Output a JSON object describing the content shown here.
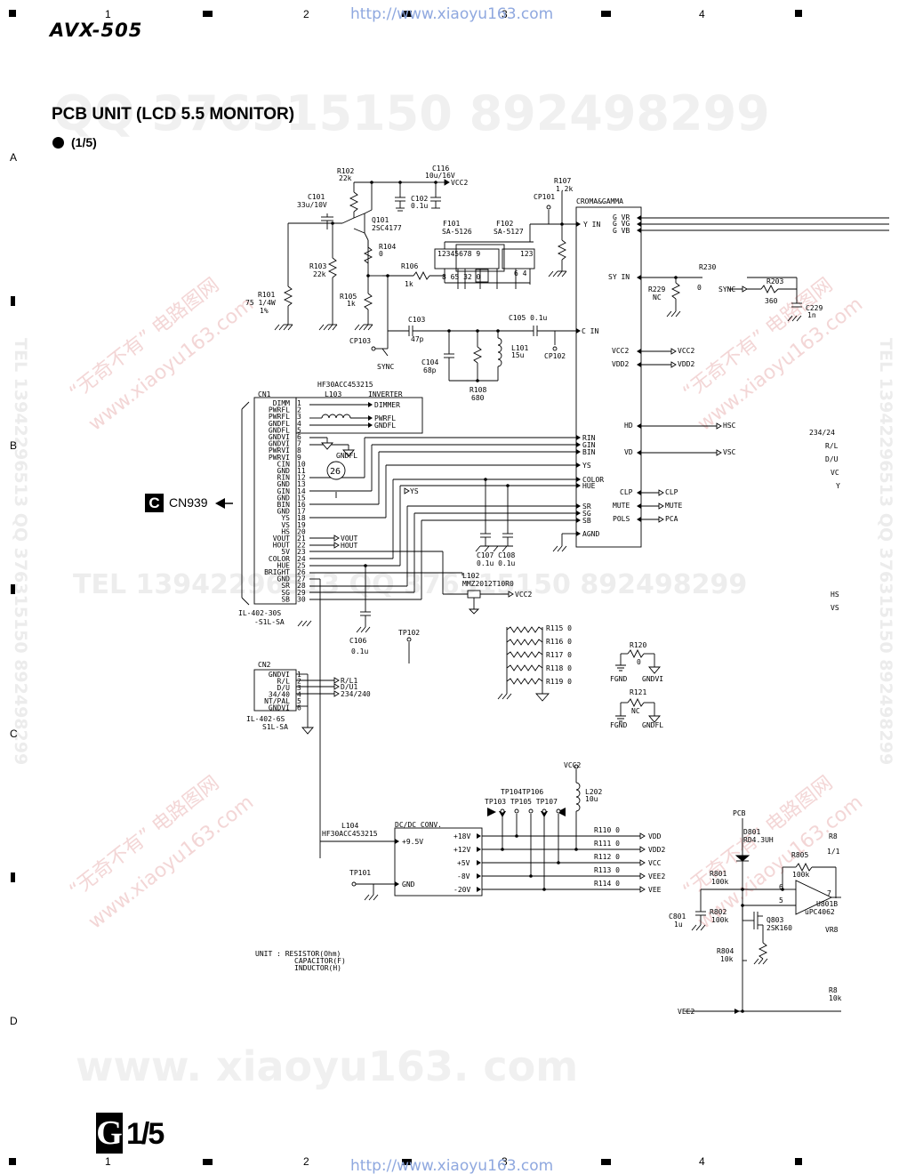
{
  "header": {
    "model": "AVX-505",
    "url": "http://www.xiaoyu163.com",
    "column_numbers": [
      "1",
      "2",
      "3",
      "4"
    ],
    "row_letters": [
      "A",
      "B",
      "C",
      "D"
    ]
  },
  "title": {
    "main": "PCB UNIT (LCD 5.5 MONITOR)",
    "sub": "(1/5)"
  },
  "connector_ref": {
    "badge": "C",
    "label": "CN939"
  },
  "watermarks": {
    "qq_top": "QQ 376315150   892498299",
    "tel_middle": "TEL 13942296513   QQ 376315150   892498299",
    "web_bottom": "www. xiaoyu163. com",
    "diagonal_1": "“无奇不有” 电路图网",
    "diagonal_2": "www.xiaoyu163.com",
    "vertical_left": "TEL 13942296513   QQ 376315150   892498299",
    "vertical_right": "TEL 13942296513   QQ 376315150   892498299"
  },
  "schematic": {
    "q101": [
      "Q101",
      "2SC4177"
    ],
    "r102": [
      "R102",
      "22k"
    ],
    "c116": [
      "C116",
      "10u/16V"
    ],
    "vcc2": "VCC2",
    "c101": [
      "C101",
      "33u/10V"
    ],
    "c102": [
      "C102",
      "0.1u"
    ],
    "r107": [
      "R107",
      "1.2k"
    ],
    "cp101": "CP101",
    "croma": "CROMA&GAMMA",
    "g_vr": "G VR",
    "g_vg": "G VG",
    "g_vb": "G VB",
    "y_in": "Y IN",
    "f101": [
      "F101",
      "SA-5126"
    ],
    "f102": [
      "F102",
      "SA-5127"
    ],
    "f101_pins_top": "12345678 9",
    "f102_pins_top": "123",
    "f101_pins_bot": "8  65  32  0",
    "f102_pins_bot": "6  4",
    "r104": [
      "R104",
      "0"
    ],
    "r103": [
      "R103",
      "22k"
    ],
    "r106": [
      "R106",
      "1k"
    ],
    "r105": [
      "R105",
      "1k"
    ],
    "r101": [
      "R101",
      "75 1/4W",
      "1%"
    ],
    "sy_in": "SY IN",
    "r230": [
      "R230",
      "0"
    ],
    "r229": [
      "R229",
      "NC"
    ],
    "sync_lbl": "SYNC",
    "r203": [
      "R203",
      "360"
    ],
    "c229": [
      "C229",
      "1n"
    ],
    "c103": [
      "C103",
      "47p"
    ],
    "c105": "C105 0.1u",
    "c_in": "C IN",
    "cp103": "CP103",
    "sync_bot": "SYNC",
    "c104": [
      "C104",
      "68p"
    ],
    "l101": [
      "L101",
      "15u"
    ],
    "cp102": "CP102",
    "r108": [
      "R108",
      "680"
    ],
    "vcc2_pin": "VCC2",
    "vdd2_pin": "VDD2",
    "vcc2_out": "VCC2",
    "vdd2_out": "VDD2",
    "hf_top": "HF30ACC453215",
    "cn1": "CN1",
    "l103": "L103",
    "inverter": "INVERTER",
    "dimmer": "DIMMER",
    "pwrfl": "PWRFL",
    "gndfl": "GNDFL",
    "gndfl2": "GNDFL",
    "cn1_pins": [
      "DIMM",
      "PWRFL",
      "PWRFL",
      "GNDFL",
      "GNDFL",
      "GNDVI",
      "GNDVI",
      "PWRVI",
      "PWRVI",
      "CIN",
      "GND",
      "RIN",
      "GND",
      "GIN",
      "GND",
      "BIN",
      "GND",
      "YS",
      "VS",
      "HS",
      "VOUT",
      "HOUT",
      "5V",
      "COLOR",
      "HUE",
      "BRIGHT",
      "GND",
      "SR",
      "SG",
      "SB"
    ],
    "cn1_nums": [
      "1",
      "2",
      "3",
      "4",
      "5",
      "6",
      "7",
      "8",
      "9",
      "10",
      "11",
      "12",
      "13",
      "14",
      "15",
      "16",
      "17",
      "18",
      "19",
      "20",
      "21",
      "22",
      "23",
      "24",
      "25",
      "26",
      "27",
      "28",
      "29",
      "30"
    ],
    "cn1_part": [
      "IL-402-30S",
      "-S1L-SA"
    ],
    "circle_26": "26",
    "ys_lbl": "YS",
    "vout": "VOUT",
    "hout": "HOUT",
    "ic_left_pins": [
      "RIN",
      "GIN",
      "BIN",
      "YS",
      "COLOR",
      "HUE",
      "SR",
      "SG",
      "SB",
      "AGND"
    ],
    "hd": "HD",
    "vd": "VD",
    "hsc": "HSC",
    "vsc": "VSC",
    "clp": "CLP",
    "mute": "MUTE",
    "pols": "POLS",
    "clp_o": "CLP",
    "mute_o": "MUTE",
    "pca_o": "PCA",
    "right_cut": [
      "234/24",
      "R/L",
      "D/U",
      "VC",
      "Y",
      "HS",
      "VS"
    ],
    "c107": "C107 C108",
    "c107v": "0.1u 0.1u",
    "l102": [
      "L102",
      "MMZ2012T10R0"
    ],
    "vcc2_l102": "VCC2",
    "c106": [
      "C106",
      "0.1u"
    ],
    "tp102": "TP102",
    "r115": [
      "R115 0",
      "R116 0",
      "R117 0",
      "R118 0",
      "R119 0"
    ],
    "r120": [
      "R120",
      "0"
    ],
    "fgnd": "FGND",
    "gndvi": "GNDVI",
    "r121": [
      "R121",
      "NC"
    ],
    "fgnd2": "FGND",
    "gndfl3": "GNDFL",
    "cn2": "CN2",
    "cn2_pins": [
      "GNDVI",
      "R/L",
      "D/U",
      "34/40",
      "NT/PAL",
      "GNDVI"
    ],
    "cn2_nums": [
      "1",
      "2",
      "3",
      "4",
      "5",
      "6"
    ],
    "rl1": "R/L1",
    "du1": "D/U1",
    "sel": "234/240",
    "cn2_part": [
      "IL-402-6S",
      "S1L-SA"
    ],
    "vcc2_top": "VCC2",
    "l202": [
      "L202",
      "10u"
    ],
    "tp104": "TP104TP106",
    "tp103": "TP103 TP105 TP107",
    "l104": [
      "L104",
      "HF30ACC453215"
    ],
    "dcdc": "DC/DC CONV.",
    "v95": "+9.5V",
    "gnd_in": "GND",
    "rails": [
      "+18V",
      "+12V",
      "+5V",
      "-8V",
      "-20V"
    ],
    "rres": [
      "R110 0",
      "R111 0",
      "R112 0",
      "R113 0",
      "R114 0"
    ],
    "routs": [
      "VDD",
      "VDD2",
      "VCC",
      "VEE2",
      "VEE"
    ],
    "tp101": "TP101",
    "unit_note": [
      "UNIT : RESISTOR(Ohm)",
      "CAPACITOR(F)",
      "INDUCTOR(H)"
    ],
    "pcb": "PCB",
    "d801": [
      "D801",
      "RD4.3UH"
    ],
    "r805": [
      "R805",
      "100k"
    ],
    "r801": [
      "R801",
      "100k"
    ],
    "r802": [
      "R802",
      "100k"
    ],
    "c801": [
      "C801",
      "1u"
    ],
    "q803": [
      "Q803",
      "2SK160"
    ],
    "r804": [
      "R804",
      "10k"
    ],
    "u801": [
      "U801B",
      "uPC4062"
    ],
    "pin6": "6",
    "pin5": "5",
    "pin7": "7",
    "vee2": "VEE2",
    "cut_r": [
      "R8",
      "1/1",
      "VR8",
      "R8",
      "10k"
    ]
  },
  "footer": {
    "page_badge": "G",
    "page_fraction": "1/5",
    "url": "http://www.xiaoyu163.com"
  }
}
